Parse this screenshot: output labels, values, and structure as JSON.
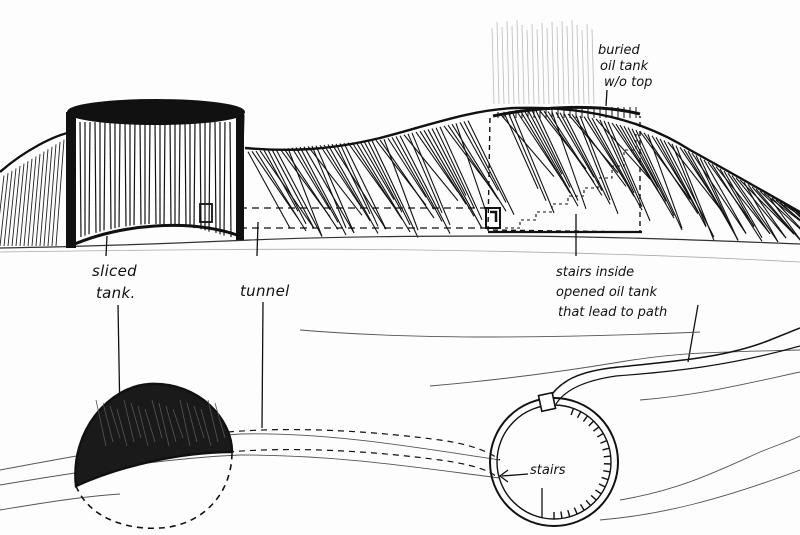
{
  "sketch": {
    "labels": {
      "buried_tank": [
        "buried",
        "oil tank",
        "w/o top"
      ],
      "sliced_tank": [
        "sliced",
        "tank."
      ],
      "tunnel": "tunnel",
      "stairs_inside": [
        "stairs inside",
        "opened oil tank",
        "that lead to path"
      ],
      "stairs": "stairs"
    },
    "colors": {
      "ink": "#111111",
      "paper": "#fdfdfd"
    }
  }
}
